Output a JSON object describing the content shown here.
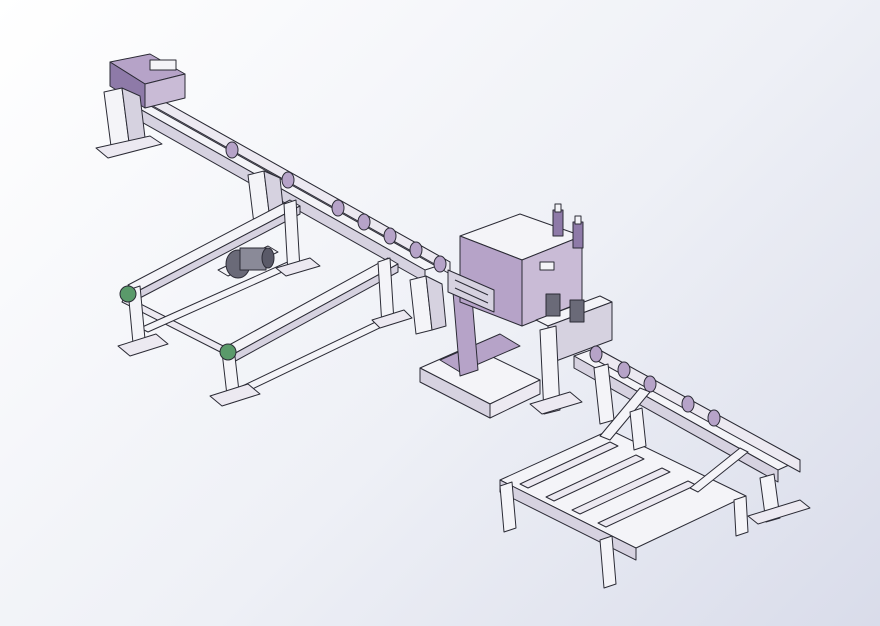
{
  "colors": {
    "background_light": "#ffffff",
    "background_dark": "#d9dcea",
    "frame_face": "#f4f4f8",
    "frame_side": "#d6d2e0",
    "accent_purple": "#b6a3c8",
    "accent_dark": "#8e7aa8",
    "edge": "#2b2b35",
    "bearing_green": "#5a9a6a"
  },
  "components": [
    "roller-conveyor",
    "saw-machine",
    "transfer-frame",
    "drive-motor",
    "outfeed-conveyor",
    "discharge-rack"
  ]
}
